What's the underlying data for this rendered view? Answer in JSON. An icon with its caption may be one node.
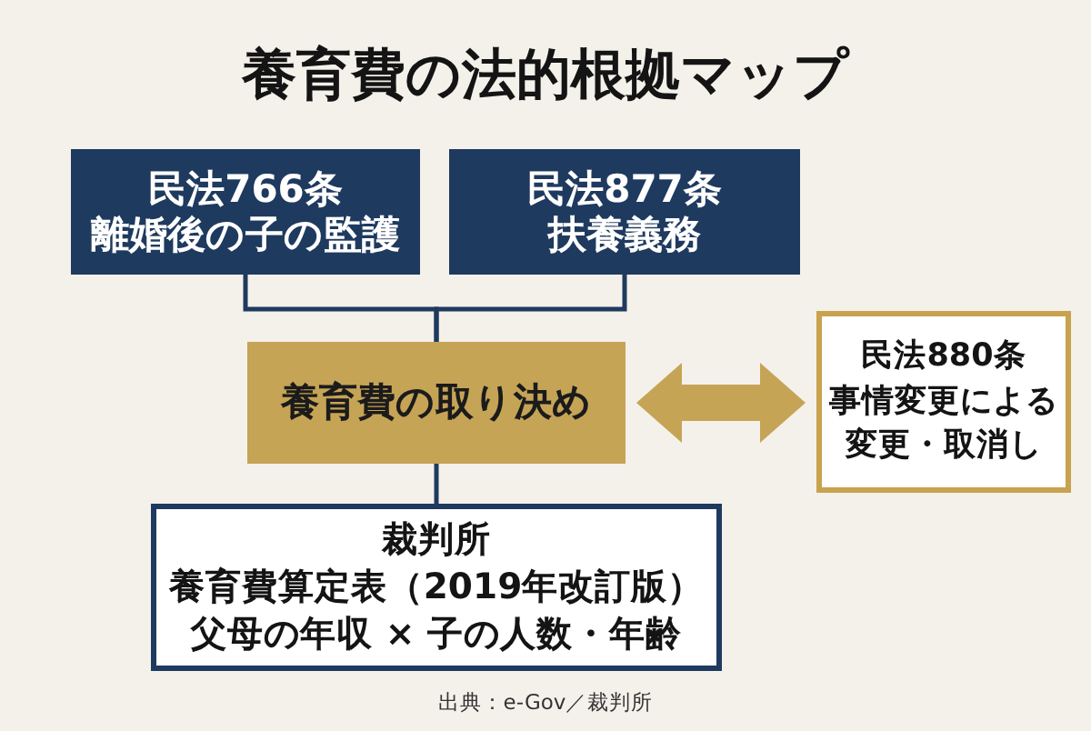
{
  "diagram": {
    "title": "養育費の法的根拠マップ",
    "nodes": [
      {
        "text": [
          "民法766条",
          "離婚後の子の監護"
        ]
      },
      {
        "text": [
          "民法877条",
          "扶養義務"
        ]
      },
      {
        "text": [
          "養育費の取り決め"
        ]
      },
      {
        "text": [
          "民法880条",
          "事情変更による変更・取消し"
        ]
      },
      {
        "text": [
          "裁判所",
          "養育費算定表（2019年改訂版）",
          "父母の年収 × 子の人数・年齢"
        ]
      }
    ],
    "edges": [
      {
        "from": 0,
        "to": 2,
        "arrow": "none"
      },
      {
        "from": 1,
        "to": 2,
        "arrow": "none"
      },
      {
        "from": 2,
        "to": 3,
        "arrow": "both",
        "style": "thick",
        "color": "#c6a456"
      },
      {
        "from": 2,
        "to": 4,
        "arrow": "none"
      }
    ],
    "caption": "出典：e-Gov／裁判所"
  }
}
